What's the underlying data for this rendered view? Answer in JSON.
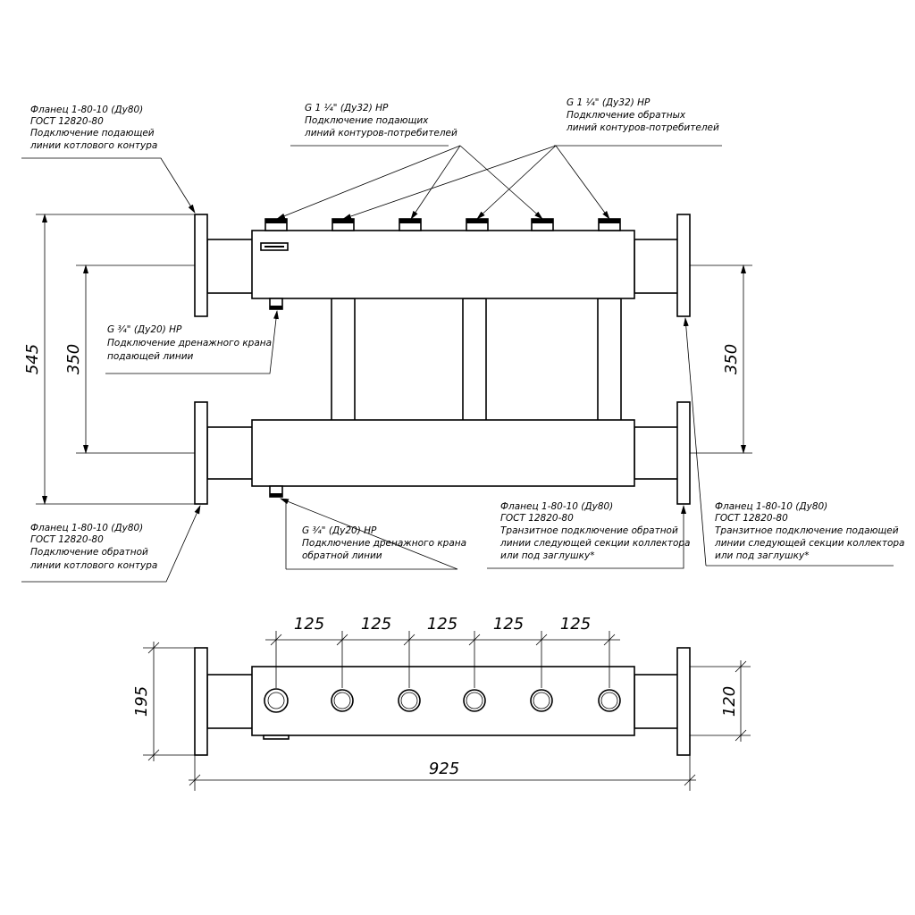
{
  "notes": {
    "flange_top_left": [
      "Фланец 1-80-10 (Ду80)",
      "ГОСТ 12820-80",
      "Подключение подающей",
      "линии котлового контура"
    ],
    "supply_ports": [
      "G 1 ¼\" (Ду32) НР",
      "Подключение подающих",
      "линий контуров-потребителей"
    ],
    "return_ports": [
      "G 1 ¼\" (Ду32) НР",
      "Подключение обратных",
      "линий контуров-потребителей"
    ],
    "drain_supply": [
      "G ¾\" (Ду20) НР",
      "Подключение дренажного крана",
      "подающей линии"
    ],
    "flange_bottom_left": [
      "Фланец 1-80-10 (Ду80)",
      "ГОСТ 12820-80",
      "Подключение обратной",
      "линии котлового контура"
    ],
    "drain_return": [
      "G ¾\" (Ду20) НР",
      "Подключение дренажного крана",
      "обратной линии"
    ],
    "transit_return": [
      "Фланец 1-80-10 (Ду80)",
      "ГОСТ 12820-80",
      "Транзитное подключение обратной",
      "линии следующей секции коллектора",
      "или под заглушку*"
    ],
    "transit_supply": [
      "Фланец 1-80-10 (Ду80)",
      "ГОСТ 12820-80",
      "Транзитное подключение подающей",
      "линии следующей секции коллектора",
      "или под заглушку*"
    ]
  },
  "dimensions": {
    "height_total": "545",
    "axis_left": "350",
    "axis_right": "350",
    "pitch": [
      "125",
      "125",
      "125",
      "125",
      "125"
    ],
    "depth_flange": "195",
    "depth_body": "120",
    "length_total": "925"
  }
}
